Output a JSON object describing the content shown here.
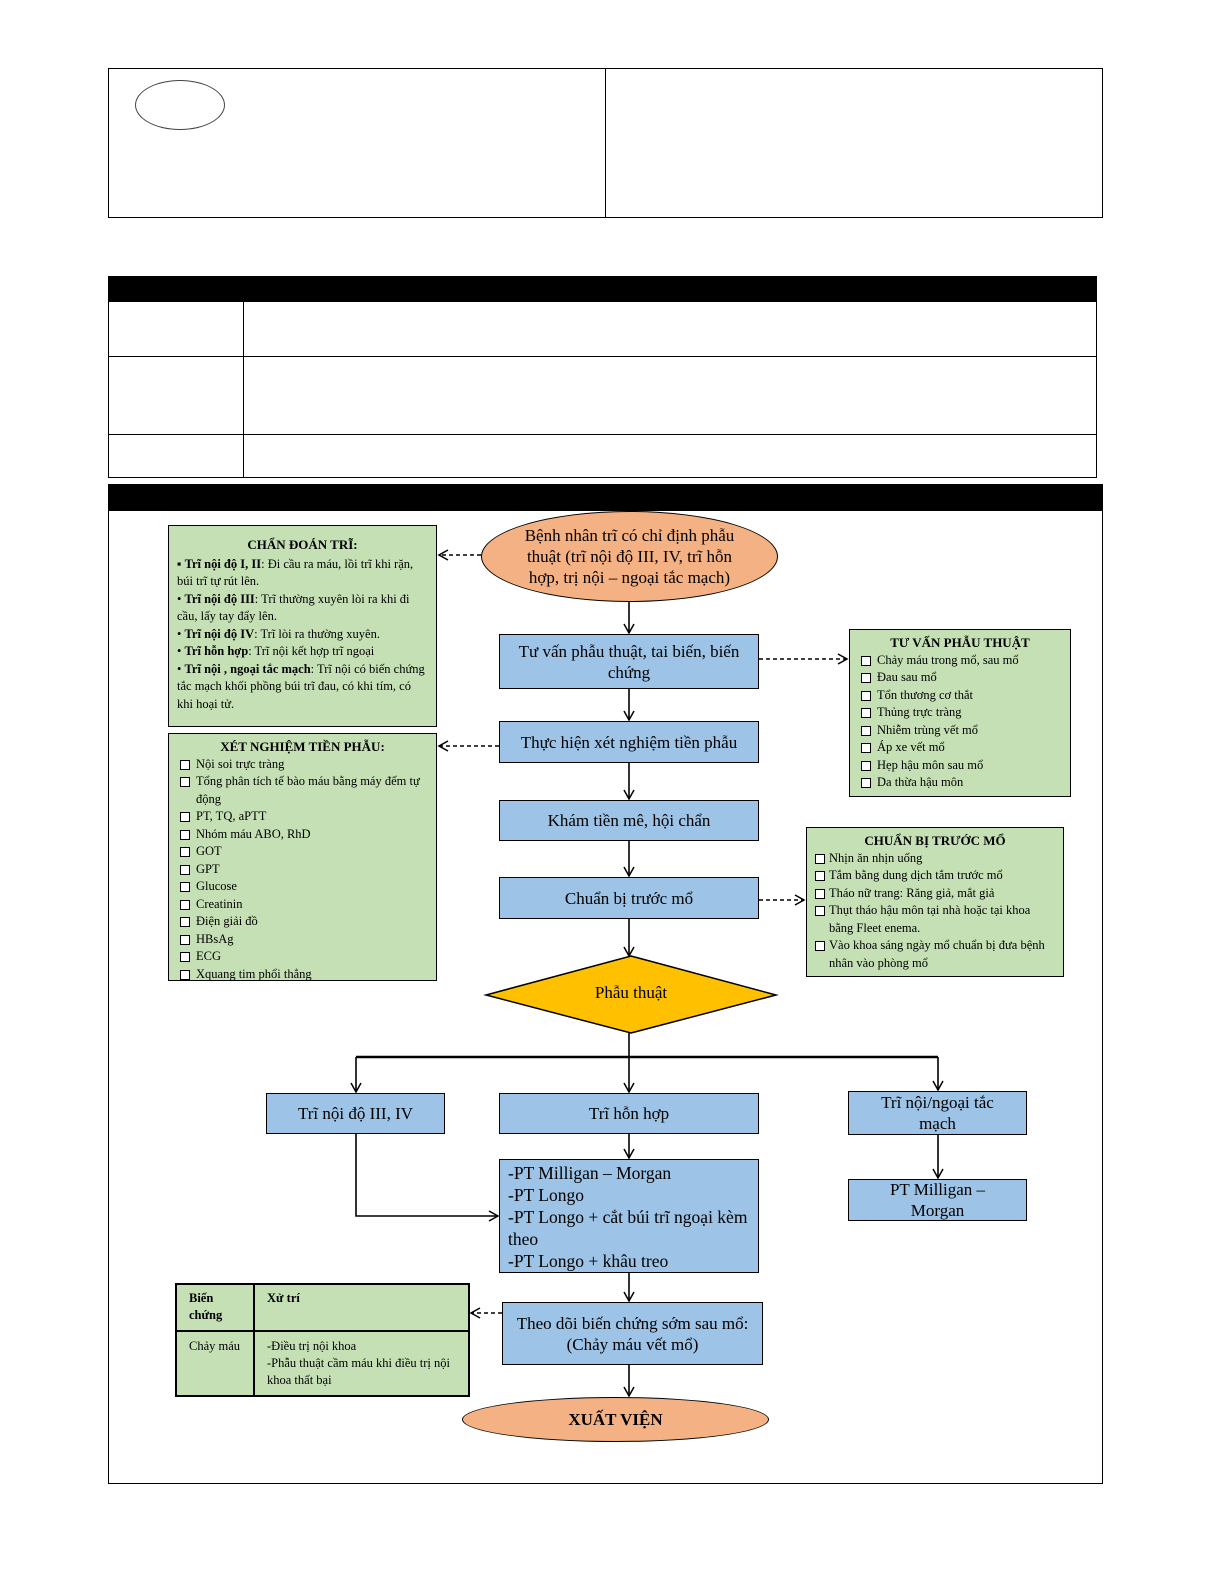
{
  "flow": {
    "start": "Bệnh nhân trĩ có chỉ định phẫu thuật (trĩ nội độ III, IV, trĩ hỗn hợp, trị nội – ngoại tắc mạch)",
    "step1": "Tư vấn phẫu thuật, tai biến, biến chứng",
    "step2": "Thực hiện xét nghiệm tiền phẫu",
    "step3": "Khám tiền mê, hội chẩn",
    "step4": "Chuẩn bị trước mổ",
    "decision": "Phẫu thuật",
    "branch_left": "Trĩ nội độ III, IV",
    "branch_mid": "Trĩ hỗn hợp",
    "branch_right": "Trĩ nội/ngoại tắc mạch",
    "methods": [
      "-PT Milligan – Morgan",
      "-PT Longo",
      "-PT Longo + cắt búi trĩ ngoại kèm theo",
      "-PT Longo + khâu treo"
    ],
    "right_method": "PT Milligan – Morgan",
    "monitor": "Theo dõi biến chứng  sớm sau mổ: (Chảy máu vết mổ)",
    "end": "XUẤT VIỆN"
  },
  "diagnosis": {
    "title": "CHẨN ĐOÁN TRĨ:",
    "items": [
      {
        "bullet": "▪",
        "bold": "Trĩ nội độ I, II",
        "text": ": Đi cầu ra máu, lồi trĩ khi rặn, búi trĩ tự rút lên."
      },
      {
        "bullet": "•",
        "bold": "Trĩ nội độ III",
        "text": ": Trĩ thường xuyên lòi ra khi đi cầu, lấy tay đẩy lên."
      },
      {
        "bullet": "•",
        "bold": "Trĩ nội độ IV",
        "text": ": Trĩ lòi ra thường xuyên."
      },
      {
        "bullet": "•",
        "bold": "Trĩ hỗn hợp",
        "text": ": Trĩ nội kết hợp trĩ ngoại"
      },
      {
        "bullet": "•",
        "bold": "Trĩ nội , ngoại tắc mạch",
        "text": ": Trĩ nội có biến chứng tắc mạch khối phồng búi trĩ đau, có khi tím, có khi hoại tử."
      }
    ]
  },
  "labs": {
    "title": "XÉT NGHIỆM TIỀN PHẪU:",
    "items": [
      "Nội soi trực tràng",
      "Tổng phân tích tế bào máu bằng máy đếm tự động",
      "PT, TQ, aPTT",
      "Nhóm máu ABO, RhD",
      "GOT",
      "GPT",
      "Glucose",
      "Creatinin",
      "Điện giải đồ",
      "HBsAg",
      "ECG",
      "Xquang tim phổi thẳng"
    ]
  },
  "counsel": {
    "title": "TƯ VẤN PHẪU THUẬT",
    "items": [
      "Chảy máu trong mổ, sau mổ",
      "Đau sau mổ",
      "Tổn thương cơ thắt",
      "Thủng trực tràng",
      "Nhiễm trùng vết mổ",
      "Áp xe vết mổ",
      "Hẹp hậu môn sau mổ",
      "Da thừa hậu môn"
    ]
  },
  "prep": {
    "title": "CHUẨN BỊ TRƯỚC MỔ",
    "items": [
      "Nhịn ăn nhịn uống",
      "Tắm bằng dung dịch tắm trước mổ",
      "Tháo nữ trang: Răng giả, mắt giả",
      "Thụt tháo hậu môn tại nhà hoặc tại khoa bằng Fleet enema.",
      "Vào khoa sáng ngày mổ chuẩn bị đưa bệnh nhân vào phòng mổ"
    ]
  },
  "complications": {
    "h1": "Biến chứng",
    "h2": "Xử trí",
    "c1": "Chảy máu",
    "c2_line1": "-Điều trị nội khoa",
    "c2_line2": "-Phẫu thuật cầm máu khi điều trị nội khoa thất bại"
  },
  "colors": {
    "box_blue": "#9dc3e6",
    "box_green": "#c5e0b4",
    "oval_orange": "#f4b183",
    "diamond_yellow": "#ffc000"
  }
}
